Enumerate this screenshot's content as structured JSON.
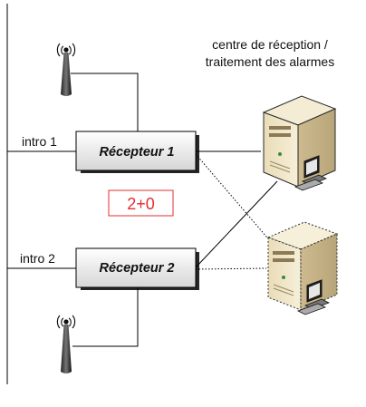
{
  "header": {
    "line1": "centre de réception /",
    "line2": "traitement des alarmes"
  },
  "inputs": [
    {
      "label": "intro 1"
    },
    {
      "label": "intro 2"
    }
  ],
  "receivers": [
    {
      "label": "Récepteur 1"
    },
    {
      "label": "Récepteur 2"
    }
  ],
  "redundancy": {
    "label": "2+0",
    "color": "#e03030"
  },
  "icons": {
    "antenna_top": "radio-antenna-icon",
    "antenna_bottom": "radio-antenna-icon",
    "server_primary": "server-workstation-icon",
    "server_backup": "server-workstation-icon"
  },
  "colors": {
    "receiver_fill_top": "#ffffff",
    "receiver_fill_bottom": "#d9d9d9",
    "server_body": "#efe4c4",
    "line": "#000000"
  }
}
